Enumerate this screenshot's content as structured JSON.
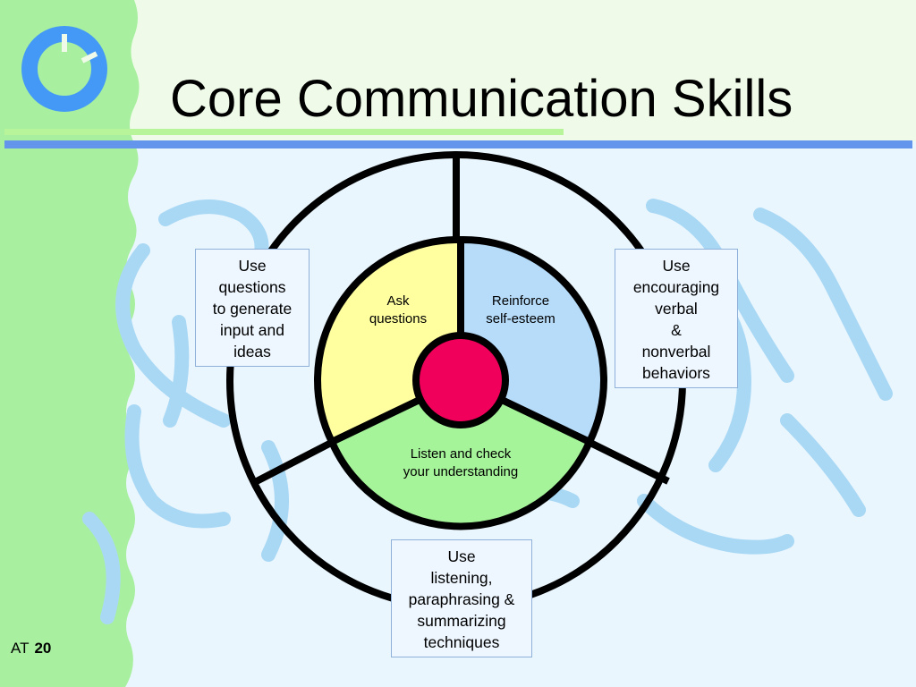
{
  "slide": {
    "title": "Core Communication Skills",
    "footer_initials": "AT",
    "page_number": "20"
  },
  "wheel": {
    "segments": [
      {
        "label": "Ask\nquestions",
        "color": "#ffffa0"
      },
      {
        "label": "Reinforce\nself-esteem",
        "color": "#b6dcfa"
      },
      {
        "label": "Listen and check\nyour understanding",
        "color": "#a6f49a"
      }
    ],
    "center_color": "#f0005a"
  },
  "callouts": {
    "left": "Use\nquestions\nto generate\ninput and\nideas",
    "right": "Use\nencouraging\nverbal\n&\nnonverbal\nbehaviors",
    "bottom": "Use\nlistening,\nparaphrasing &\nsummarizing\ntechniques"
  },
  "colors": {
    "side_band": "#a8f0a0",
    "top_band": "#effbe8",
    "rule_blue": "#6495ed",
    "rule_green": "#b8f59a",
    "logo_blue": "#4499f6"
  }
}
